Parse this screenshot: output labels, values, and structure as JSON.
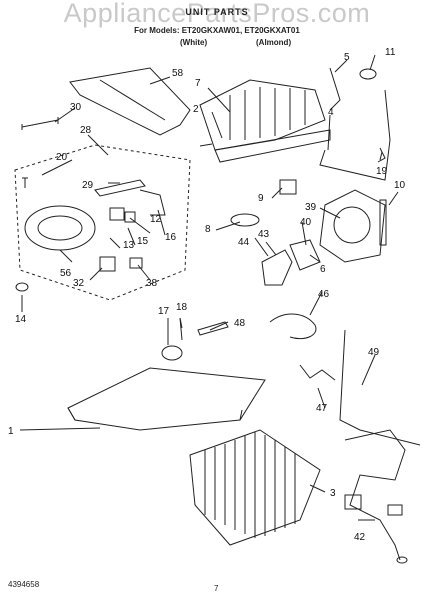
{
  "watermark": "AppliancePartsPros.com",
  "header": {
    "title": "UNIT PARTS",
    "models": "For Models: ET20GKXAW01, ET20GKXAT01",
    "color_left": "(White)",
    "color_right": "(Almond)"
  },
  "footer": {
    "doc_number": "4394658",
    "page": "7"
  },
  "callouts": [
    "58",
    "30",
    "28",
    "20",
    "29",
    "56",
    "32",
    "14",
    "2",
    "7",
    "5",
    "11",
    "4",
    "19",
    "10",
    "9",
    "8",
    "39",
    "40",
    "44",
    "43",
    "6",
    "46",
    "17",
    "18",
    "48",
    "1",
    "49",
    "47",
    "3",
    "42",
    "12",
    "13",
    "15",
    "16",
    "38"
  ]
}
